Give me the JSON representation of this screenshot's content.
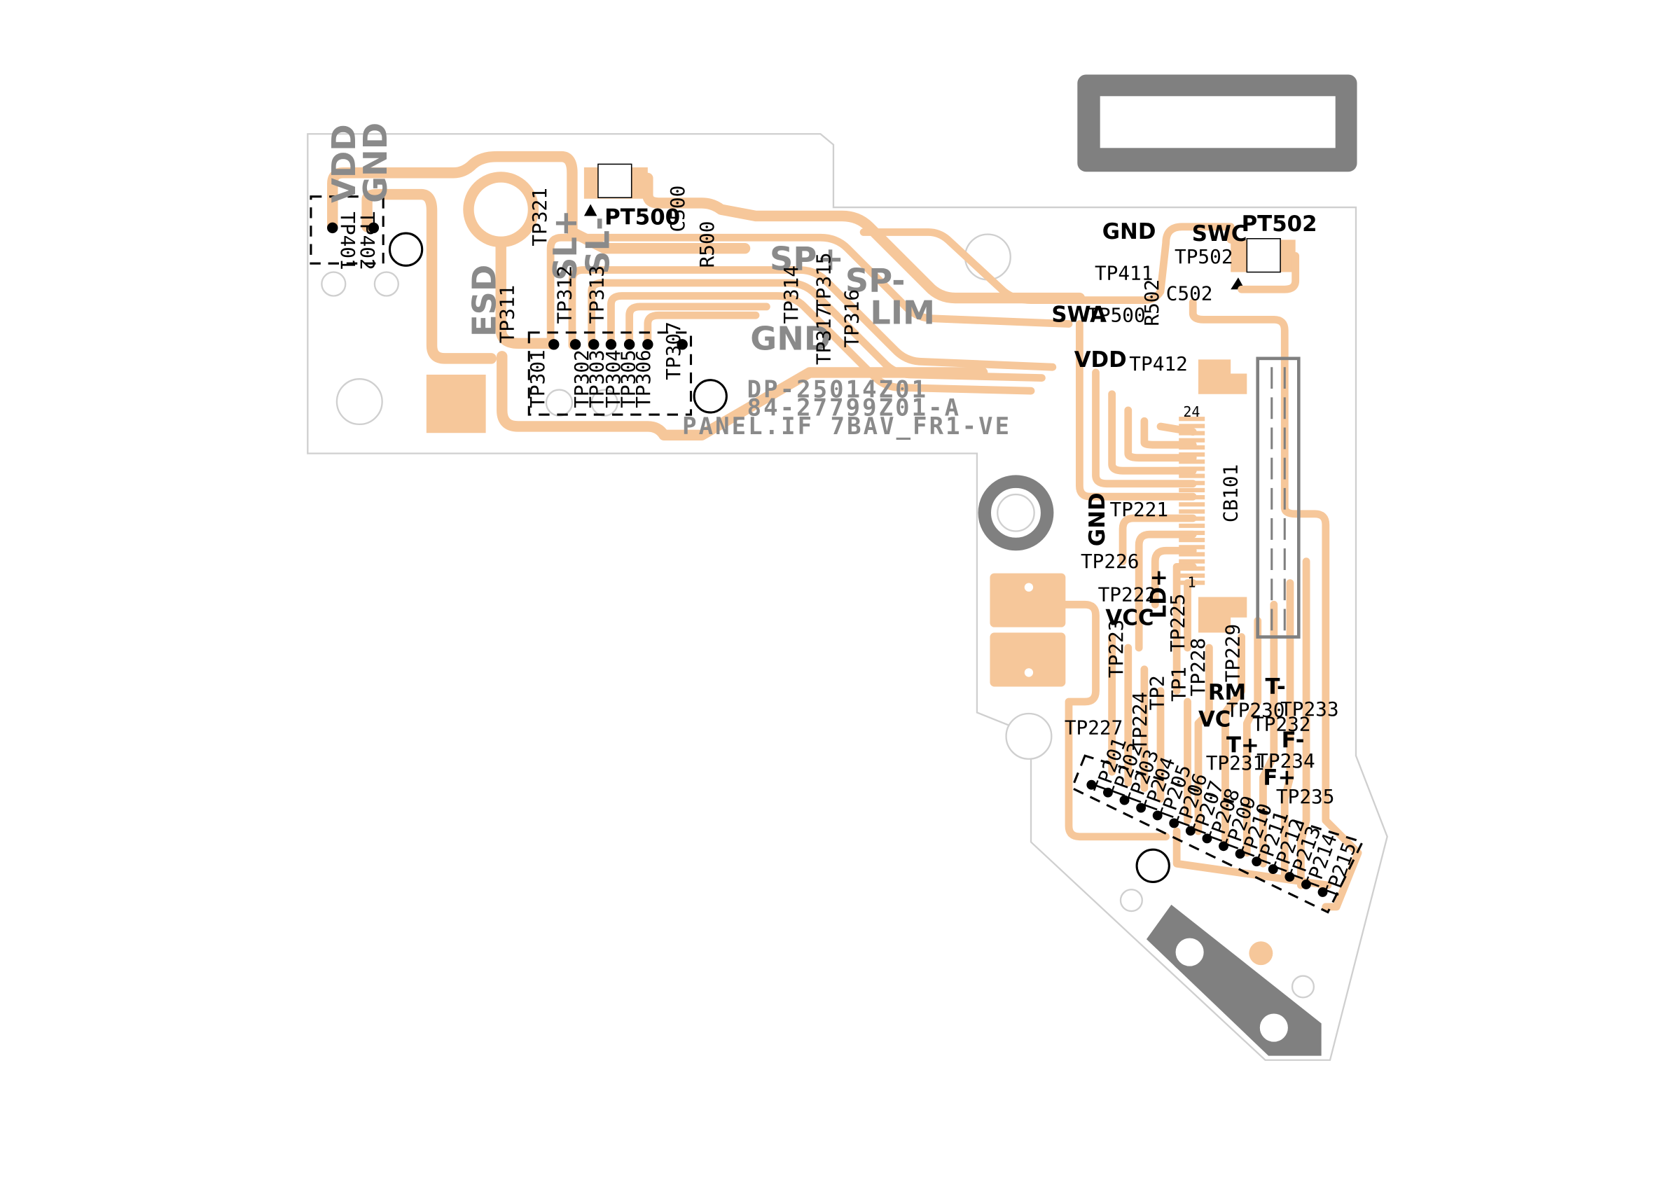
{
  "board": {
    "part_number": "DP-25014Z01",
    "pcb_number": "84-27799Z01-A",
    "panel_name": "PANEL.IF 7BAV_FR1-VE",
    "connector": "CB101",
    "connector_pin_top": "24",
    "connector_pin_bottom": "1",
    "colors": {
      "copper": "#f6c79a",
      "mechanical": "#808080",
      "outline": "#cfcfcf",
      "text": "#000000"
    }
  },
  "signals": {
    "vdd_left": "VDD",
    "gnd_left": "GND",
    "esd": "ESD",
    "sl_plus": "SL+",
    "sl_minus": "SL-",
    "sp_plus": "SP+",
    "sp_minus": "SP-",
    "lim": "LIM",
    "gnd_mid": "GND",
    "pt500": "PT500",
    "pt502": "PT502",
    "gnd_right": "GND",
    "swc": "SWC",
    "swa": "SWA",
    "vdd_right": "VDD",
    "gnd_lower": "GND",
    "vcc": "VCC",
    "ld_plus": "LD+",
    "rm": "RM",
    "vc": "VC",
    "t_minus": "T-",
    "t_plus": "T+",
    "f_minus": "F-",
    "f_plus": "F+"
  },
  "components": {
    "c500": "C500",
    "r500": "R500",
    "c502": "C502",
    "r502": "R502"
  },
  "testpoints": {
    "tp401": "TP401",
    "tp402": "TP402",
    "tp321": "TP321",
    "tp311": "TP311",
    "tp312": "TP312",
    "tp313": "TP313",
    "tp301": "TP301",
    "tp302": "TP302",
    "tp303": "TP303",
    "tp304": "TP304",
    "tp305": "TP305",
    "tp306": "TP306",
    "tp307": "TP307",
    "tp314": "TP314",
    "tp315": "TP315",
    "tp316": "TP316",
    "tp317": "TP317",
    "tp411": "TP411",
    "tp502": "TP502",
    "tp500": "TP500",
    "tp412": "TP412",
    "tp221": "TP221",
    "tp226": "TP226",
    "tp222": "TP222",
    "tp223": "TP223",
    "tp225": "TP225",
    "tp228": "TP228",
    "tp229": "TP229",
    "tp2": "TP2",
    "tp1": "TP1",
    "tp224": "TP224",
    "tp227": "TP227",
    "tp230": "TP230",
    "tp232": "TP232",
    "tp233": "TP233",
    "tp231": "TP231",
    "tp234": "TP234",
    "tp235": "TP235",
    "tp201": "TP201",
    "tp202": "TP202",
    "tp203": "TP203",
    "tp204": "TP204",
    "tp205": "TP205",
    "tp206": "TP206",
    "tp207": "TP207",
    "tp208": "TP208",
    "tp209": "TP209",
    "tp210": "TP210",
    "tp211": "TP211",
    "tp212": "TP212",
    "tp213": "TP213",
    "tp214": "TP214",
    "tp215": "TP215"
  }
}
